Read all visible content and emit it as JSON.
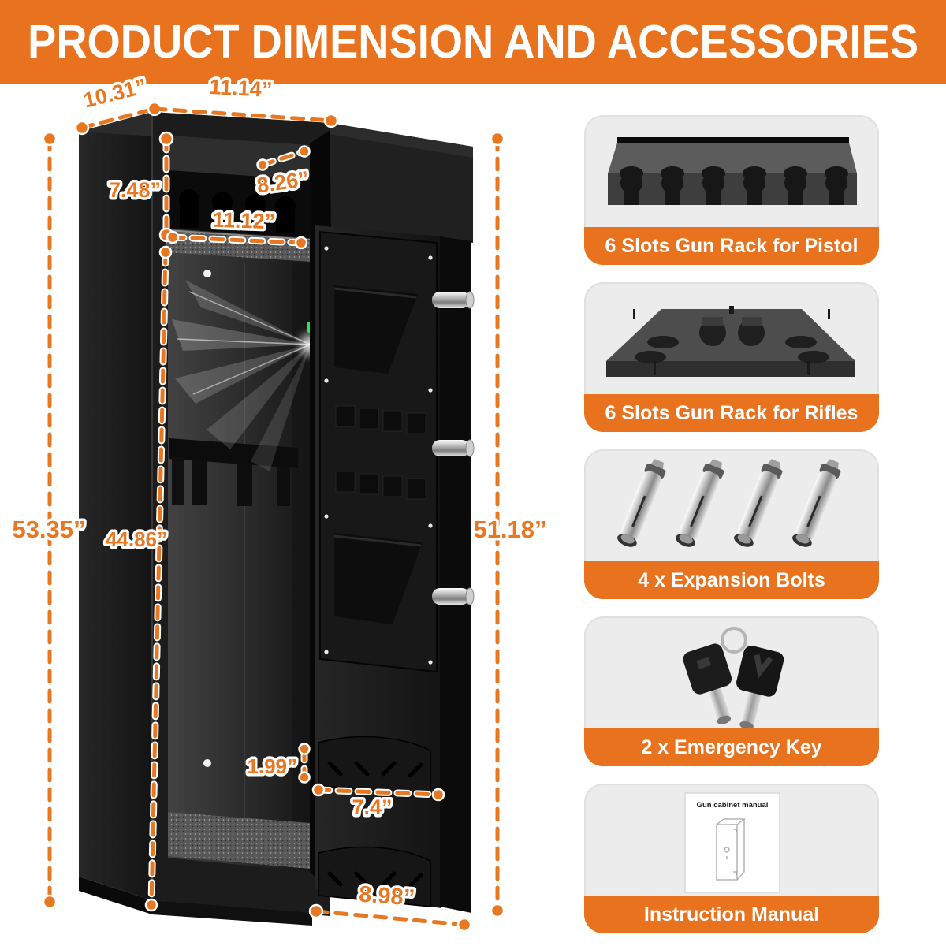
{
  "header": {
    "title": "PRODUCT DIMENSION AND ACCESSORIES"
  },
  "colors": {
    "accent_orange": "#E8721D",
    "dimension_orange": "#E87722",
    "card_background": "#ECECEC",
    "cabinet_black": "#1A1A1A",
    "page_background": "#FFFFFF",
    "text_white": "#FFFFFF"
  },
  "diagram": {
    "dimensions": {
      "top_depth": "10.31”",
      "top_width": "11.14”",
      "top_compartment_height": "7.48”",
      "top_inner_depth": "8.26”",
      "shelf_width": "11.12”",
      "overall_height": "53.35”",
      "interior_height": "44.86”",
      "door_height": "51.18”",
      "door_tray_depth": "1.99”",
      "door_tray_width": "7.4”",
      "door_bottom_width": "8.98”"
    }
  },
  "accessories": [
    {
      "icon": "pistol-rack-icon",
      "label": "6 Slots Gun Rack for Pistol"
    },
    {
      "icon": "rifle-rack-icon",
      "label": "6 Slots Gun Rack for Rifles"
    },
    {
      "icon": "expansion-bolts-icon",
      "label": "4 x Expansion Bolts"
    },
    {
      "icon": "emergency-keys-icon",
      "label": "2 x Emergency Key"
    },
    {
      "icon": "instruction-manual-icon",
      "label": "Instruction Manual",
      "manual_title": "Gun cabinet manual"
    }
  ]
}
